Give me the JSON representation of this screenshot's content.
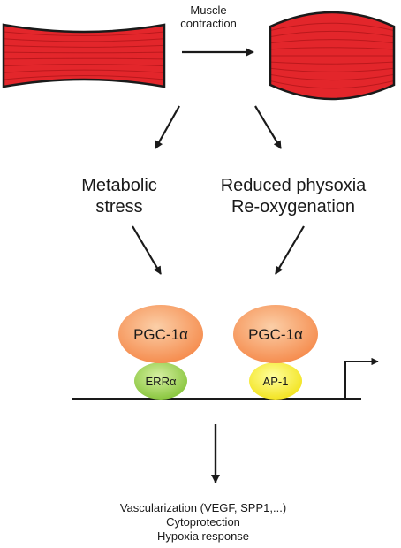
{
  "diagram": {
    "colors": {
      "muscle_fill": "#e3262b",
      "muscle_stripe": "#b01519",
      "pgc_fill_light": "#fbcfa8",
      "pgc_fill_dark": "#f58a4b",
      "err_fill_light": "#d7f0a3",
      "err_fill_dark": "#86c43a",
      "ap1_fill_light": "#ffff9e",
      "ap1_fill_dark": "#f2e21c",
      "line_color": "#1a1a1a"
    },
    "top": {
      "contraction_label": "Muscle\ncontraction"
    },
    "stimuli": {
      "metabolic": "Metabolic\nstress",
      "physoxia": "Reduced physoxia\nRe-oxygenation"
    },
    "complexes": {
      "left": {
        "coactivator": "PGC-1α",
        "partner": "ERRα"
      },
      "right": {
        "coactivator": "PGC-1α",
        "partner": "AP-1"
      }
    },
    "outcomes": {
      "text": "Vascularization (VEGF, SPP1,...)\nCytoprotection\nHypoxia response"
    }
  }
}
